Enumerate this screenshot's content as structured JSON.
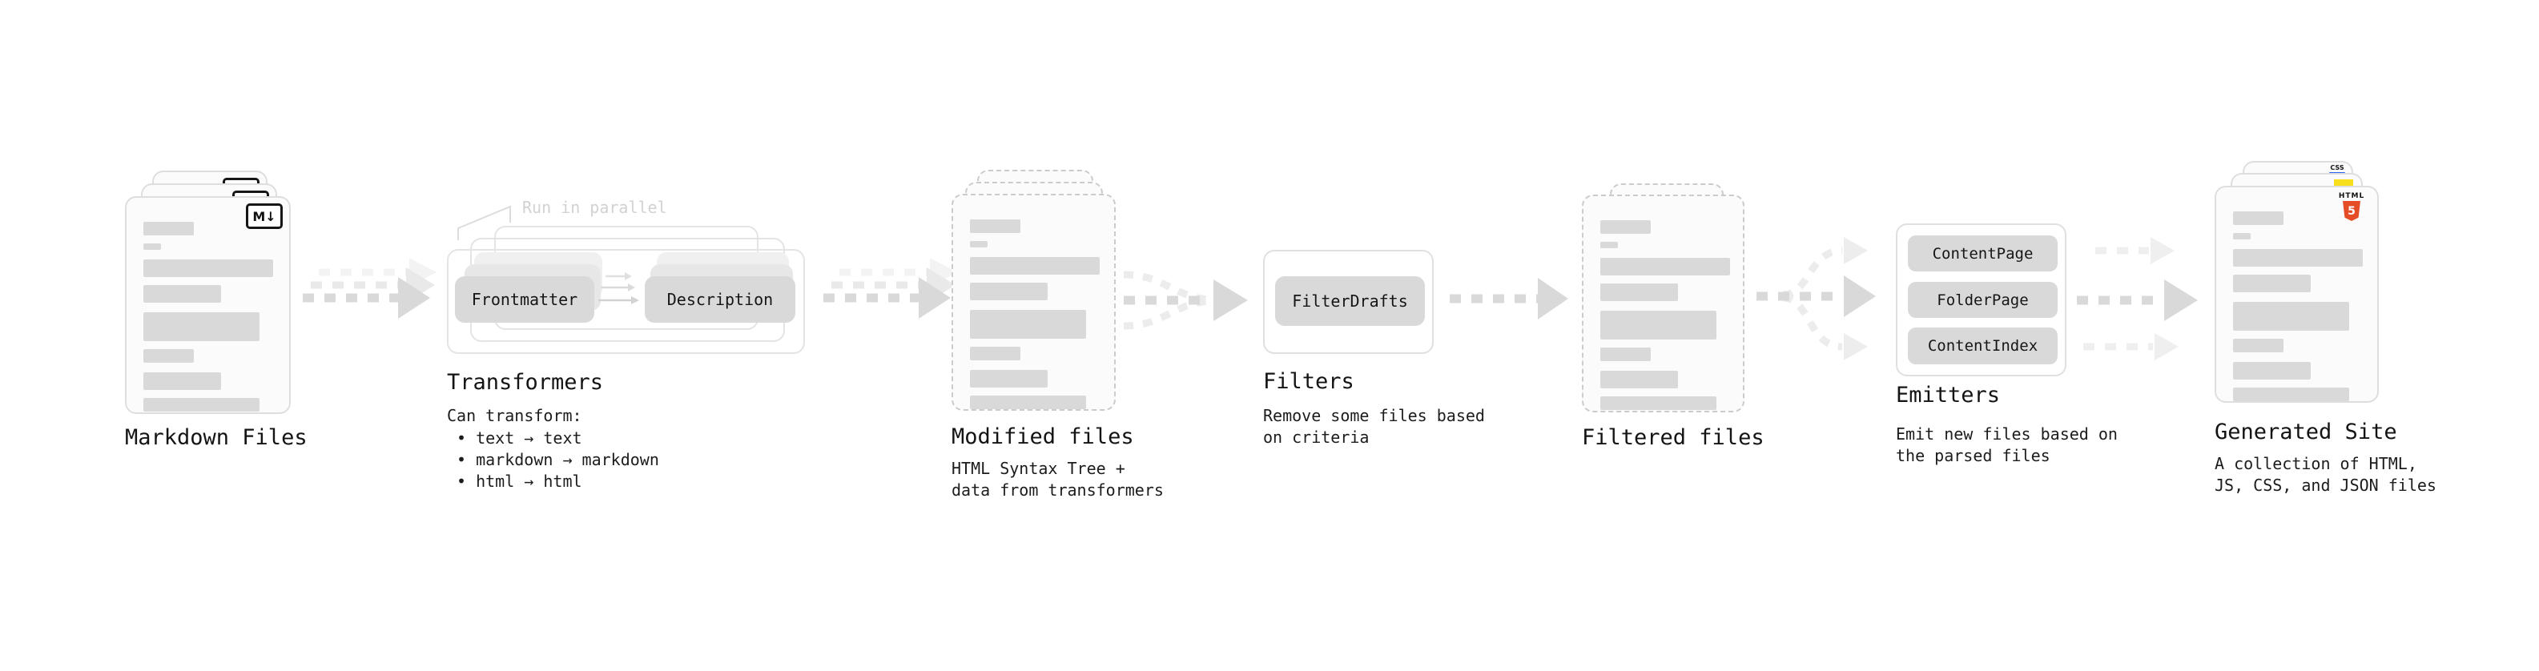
{
  "stages": {
    "markdown_files": {
      "label": "Markdown Files",
      "badge": "M↓"
    },
    "transformers": {
      "label": "Transformers",
      "annotation": "Run in parallel",
      "input_box": "Frontmatter",
      "output_box": "Description",
      "description": "Can transform:",
      "bullets": [
        "• text → text",
        "• markdown → markdown",
        "• html → html"
      ]
    },
    "modified_files": {
      "label": "Modified files",
      "description": [
        "HTML Syntax Tree +",
        "data from transformers"
      ]
    },
    "filters": {
      "label": "Filters",
      "box": "FilterDrafts",
      "description": [
        "Remove some files based",
        "on criteria"
      ]
    },
    "filtered_files": {
      "label": "Filtered files"
    },
    "emitters": {
      "label": "Emitters",
      "boxes": [
        "ContentPage",
        "FolderPage",
        "ContentIndex"
      ],
      "description": [
        "Emit new files based on",
        "the parsed files"
      ]
    },
    "generated_site": {
      "label": "Generated Site",
      "description": [
        "A collection of HTML,",
        "JS, CSS, and JSON files"
      ],
      "badges": {
        "html_label": "HTML",
        "html_number": "5",
        "css_label": "CSS"
      }
    }
  },
  "colors": {
    "html5_orange": "#e44d26",
    "js_yellow": "#f7df1e",
    "css_blue": "#2965f1",
    "box_fill": "#d9d9d9",
    "arrow_gray": "#d9d9d9",
    "annotation_gray": "#d2d2d2"
  }
}
